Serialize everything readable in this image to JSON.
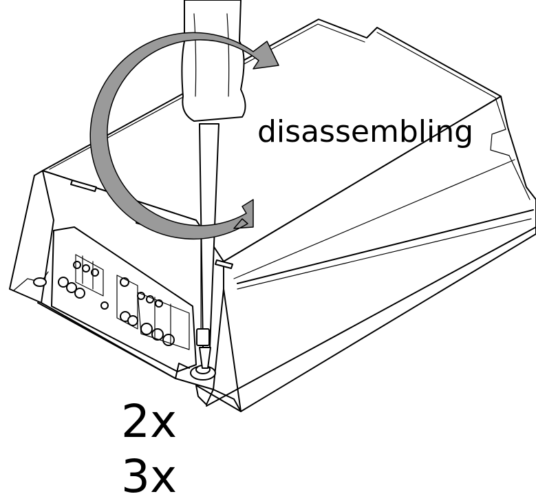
{
  "labels": {
    "action": "disassembling",
    "quantity_1": "2x",
    "quantity_2": "3x"
  },
  "colors": {
    "line": "#000000",
    "fill": "#ffffff",
    "arrow": "#9a9a9a",
    "arrow_outline": "#000000"
  },
  "icons": {
    "screwdriver": "screwdriver-icon",
    "rotation": "rotation-arrow-icon"
  }
}
